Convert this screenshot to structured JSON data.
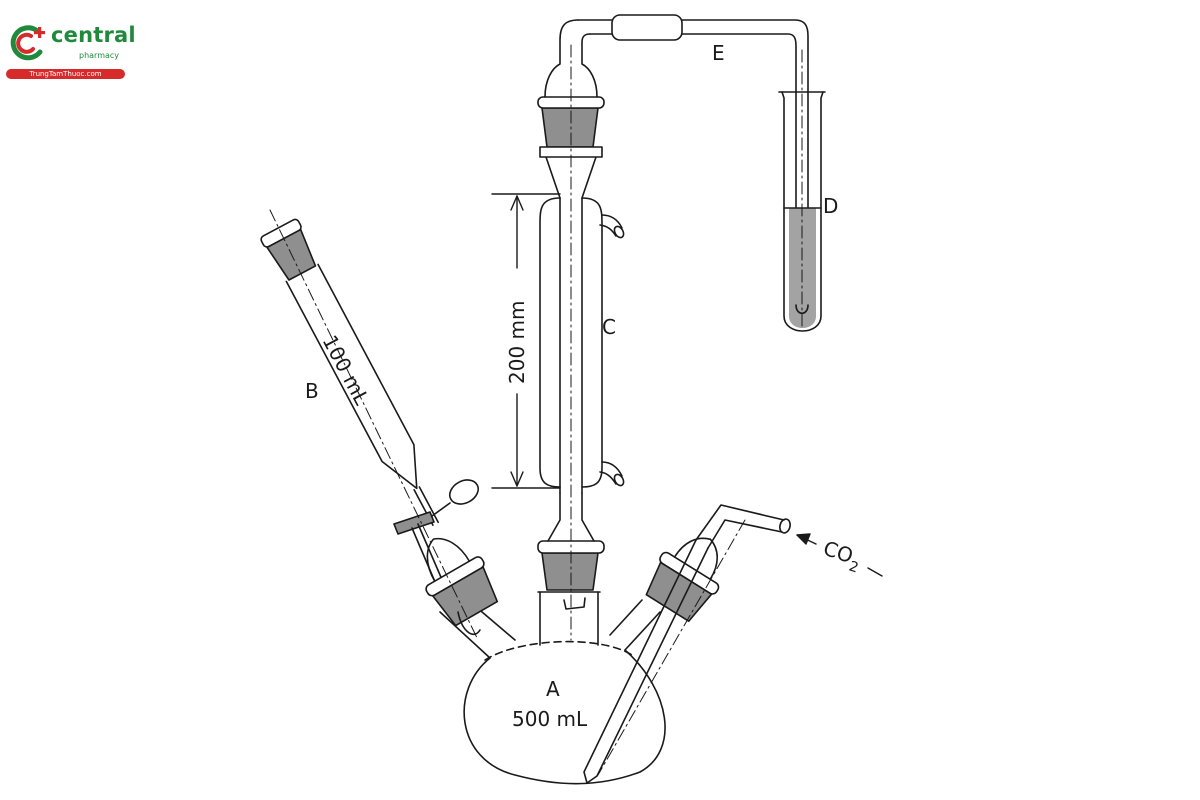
{
  "brand": {
    "name": "central",
    "tagline": "pharmacy",
    "url": "TrungTamThuoc.com",
    "colors": {
      "green": "#1f8a3c",
      "red": "#d72a2a"
    }
  },
  "diagram": {
    "labels": {
      "flask_letter": "A",
      "flask_volume": "500 mL",
      "funnel_letter": "B",
      "funnel_volume": "100 mL",
      "condenser_letter": "C",
      "condenser_length": "200 mm",
      "test_tube_letter": "D",
      "tube_letter": "E",
      "gas_inlet_base": "CO",
      "gas_inlet_subscript": "2"
    },
    "colors": {
      "outline": "#1a1a1a",
      "stopper": "#8f8f8f",
      "liquid": "#a3a3a3"
    }
  }
}
